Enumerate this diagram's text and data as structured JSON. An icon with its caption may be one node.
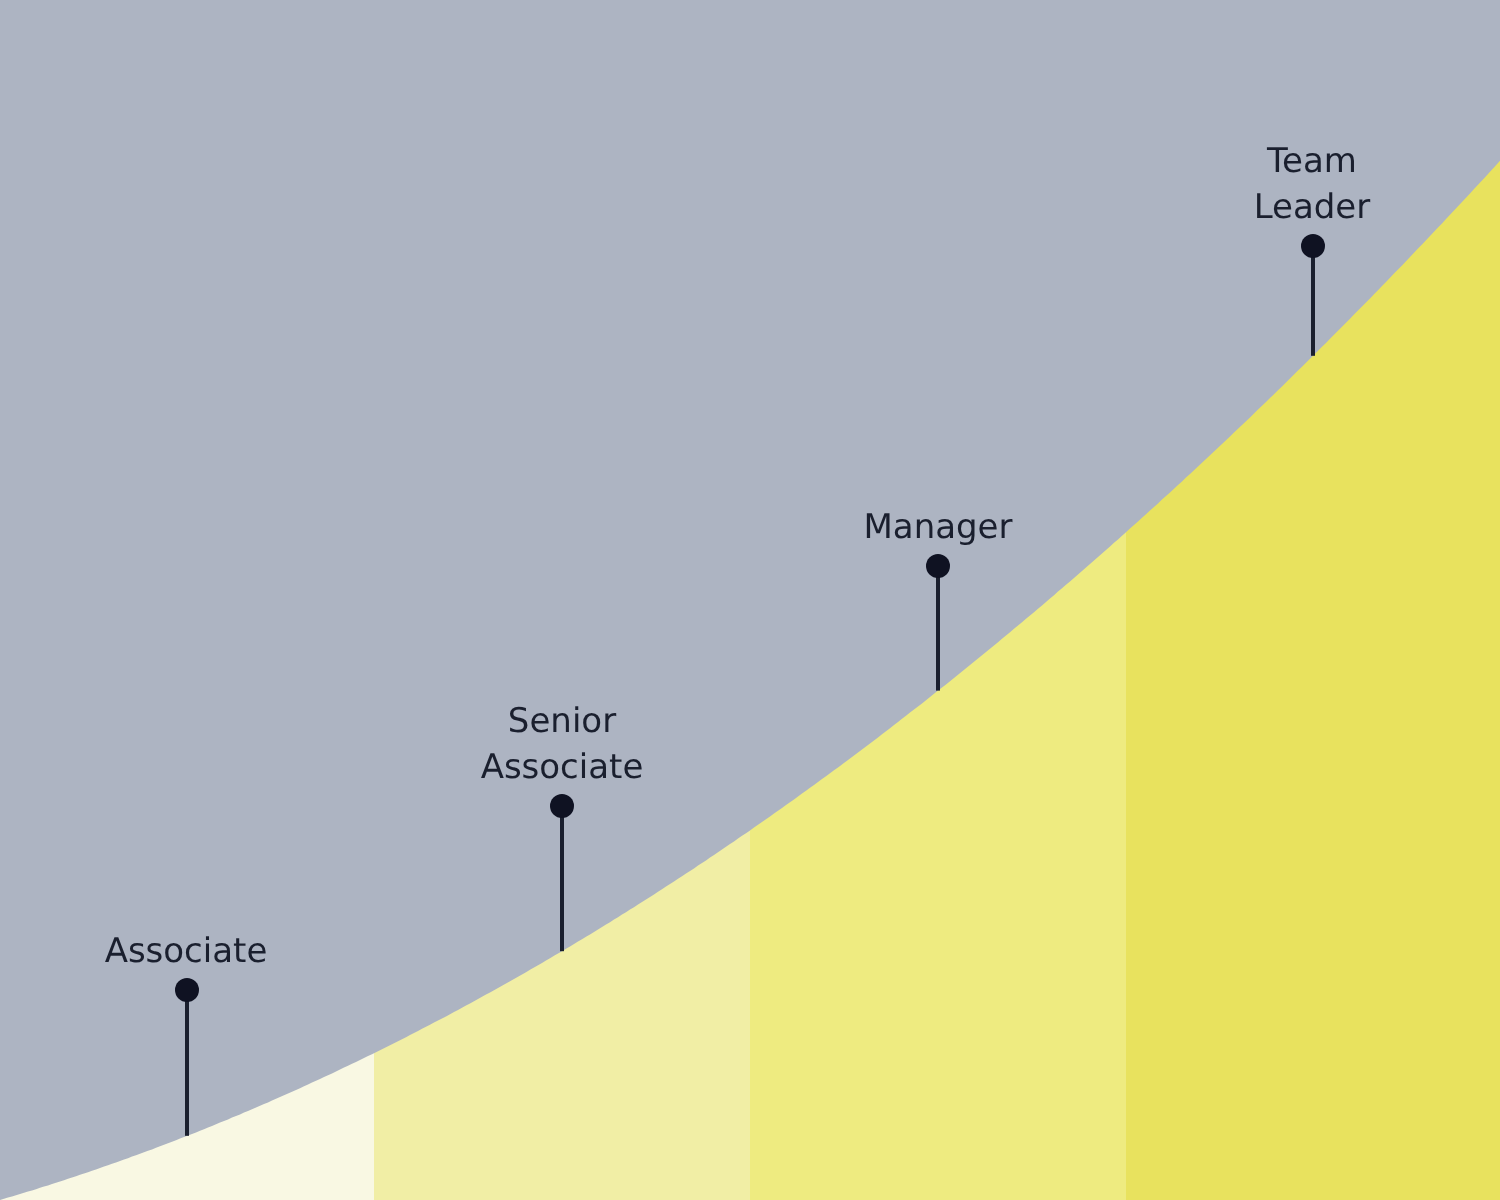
{
  "diagram": {
    "nodes": [
      {
        "text": [
          "Associate"
        ]
      },
      {
        "text": [
          "Senior Associate"
        ]
      },
      {
        "text": [
          "Manager"
        ]
      },
      {
        "text": [
          "Team Leader"
        ]
      },
      {
        "text": [],
        "shape": "bar"
      },
      {
        "text": [],
        "shape": "bar"
      },
      {
        "text": [],
        "shape": "bar"
      },
      {
        "text": [],
        "shape": "bar"
      }
    ],
    "edges": [
      {
        "from": 0,
        "to": 4,
        "arrow": "other"
      },
      {
        "from": 1,
        "to": 5,
        "arrow": "other"
      },
      {
        "from": 2,
        "to": 6,
        "arrow": "other"
      },
      {
        "from": 3,
        "to": 7,
        "arrow": "other"
      }
    ]
  }
}
